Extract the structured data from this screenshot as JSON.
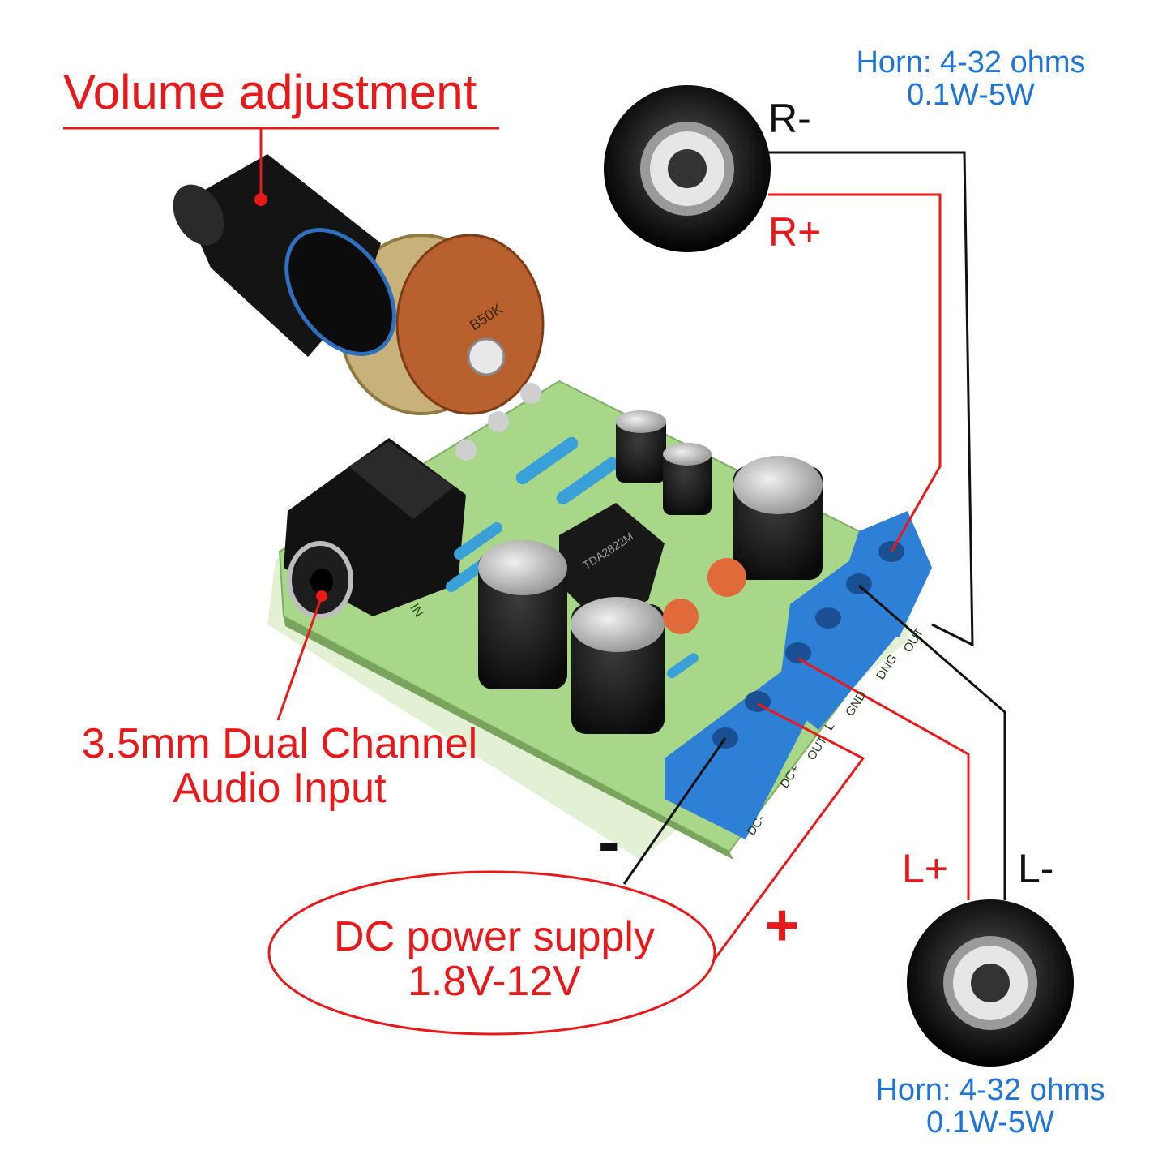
{
  "labels": {
    "volume": "Volume adjustment",
    "audio_input_line1": "3.5mm Dual Channel",
    "audio_input_line2": "Audio Input",
    "dc_line1": "DC power supply",
    "dc_line2": "1.8V-12V",
    "minus": "-",
    "plus": "+",
    "r_minus": "R-",
    "r_plus": "R+",
    "l_plus": "L+",
    "l_minus": "L-",
    "horn_top_line1": "Horn: 4-32 ohms",
    "horn_top_line2": "0.1W-5W",
    "horn_bottom_line1": "Horn: 4-32 ohms",
    "horn_bottom_line2": "0.1W-5W"
  },
  "board": {
    "pot_marking": "B50K",
    "chip_marking": "TDA2822M",
    "input_marking": "IN",
    "terminal_labels": [
      "DC-",
      "DC+",
      "OUT",
      "L",
      "GND",
      "DNG",
      "OUT"
    ]
  },
  "colors": {
    "red": "#e8191a",
    "blue": "#1f74d8",
    "black": "#111111",
    "pcb": "#a9d78a",
    "terminal": "#2e7fd6"
  }
}
